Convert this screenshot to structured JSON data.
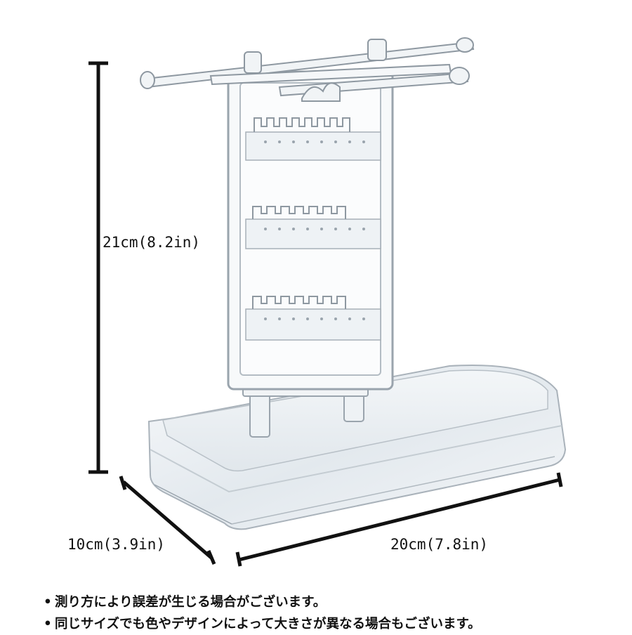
{
  "dimensions": {
    "height_label": "21cm(8.2in)",
    "depth_label": "10cm(3.9in)",
    "width_label": "20cm(7.8in)"
  },
  "notes": [
    {
      "bullet": "•",
      "text": "測り方により誤差が生じる場合がございます。"
    },
    {
      "bullet": "•",
      "text": "同じサイズでも色やデザインによって大きさが異なる場合もございます。"
    }
  ],
  "colors": {
    "dimension_line": "#111111",
    "acrylic_edge": "#9aa4ad",
    "acrylic_fill": "#e9eef2"
  }
}
